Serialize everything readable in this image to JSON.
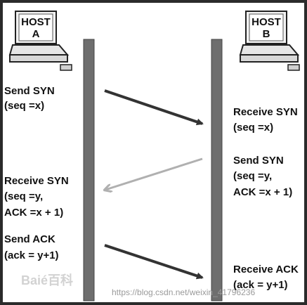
{
  "hosts": {
    "a": {
      "line1": "HOST",
      "line2": "A"
    },
    "b": {
      "line1": "HOST",
      "line2": "B"
    }
  },
  "host_a_labels": {
    "send_syn": [
      "Send SYN",
      "(seq =x)"
    ],
    "receive_syn": [
      "Receive SYN",
      "(seq =y,",
      "ACK =x + 1)"
    ],
    "send_ack": [
      "Send ACK",
      "(ack = y+1)"
    ]
  },
  "host_b_labels": {
    "receive_syn": [
      "Receive SYN",
      "(seq =x)"
    ],
    "send_syn": [
      "Send SYN",
      "(seq =y,",
      "ACK =x + 1)"
    ],
    "receive_ack": [
      "Receive ACK",
      "(ack = y+1)"
    ]
  },
  "colors": {
    "timeline": "#6e6e6e",
    "arrow_dark": "#333333",
    "arrow_light": "#b0b0b0",
    "background": "#ffffff",
    "frame": "#2b2b2b"
  },
  "watermark": {
    "logo": "Baié百科",
    "url": "https://blog.csdn.net/weixin_41796236"
  },
  "icons": [
    "computer-icon"
  ]
}
